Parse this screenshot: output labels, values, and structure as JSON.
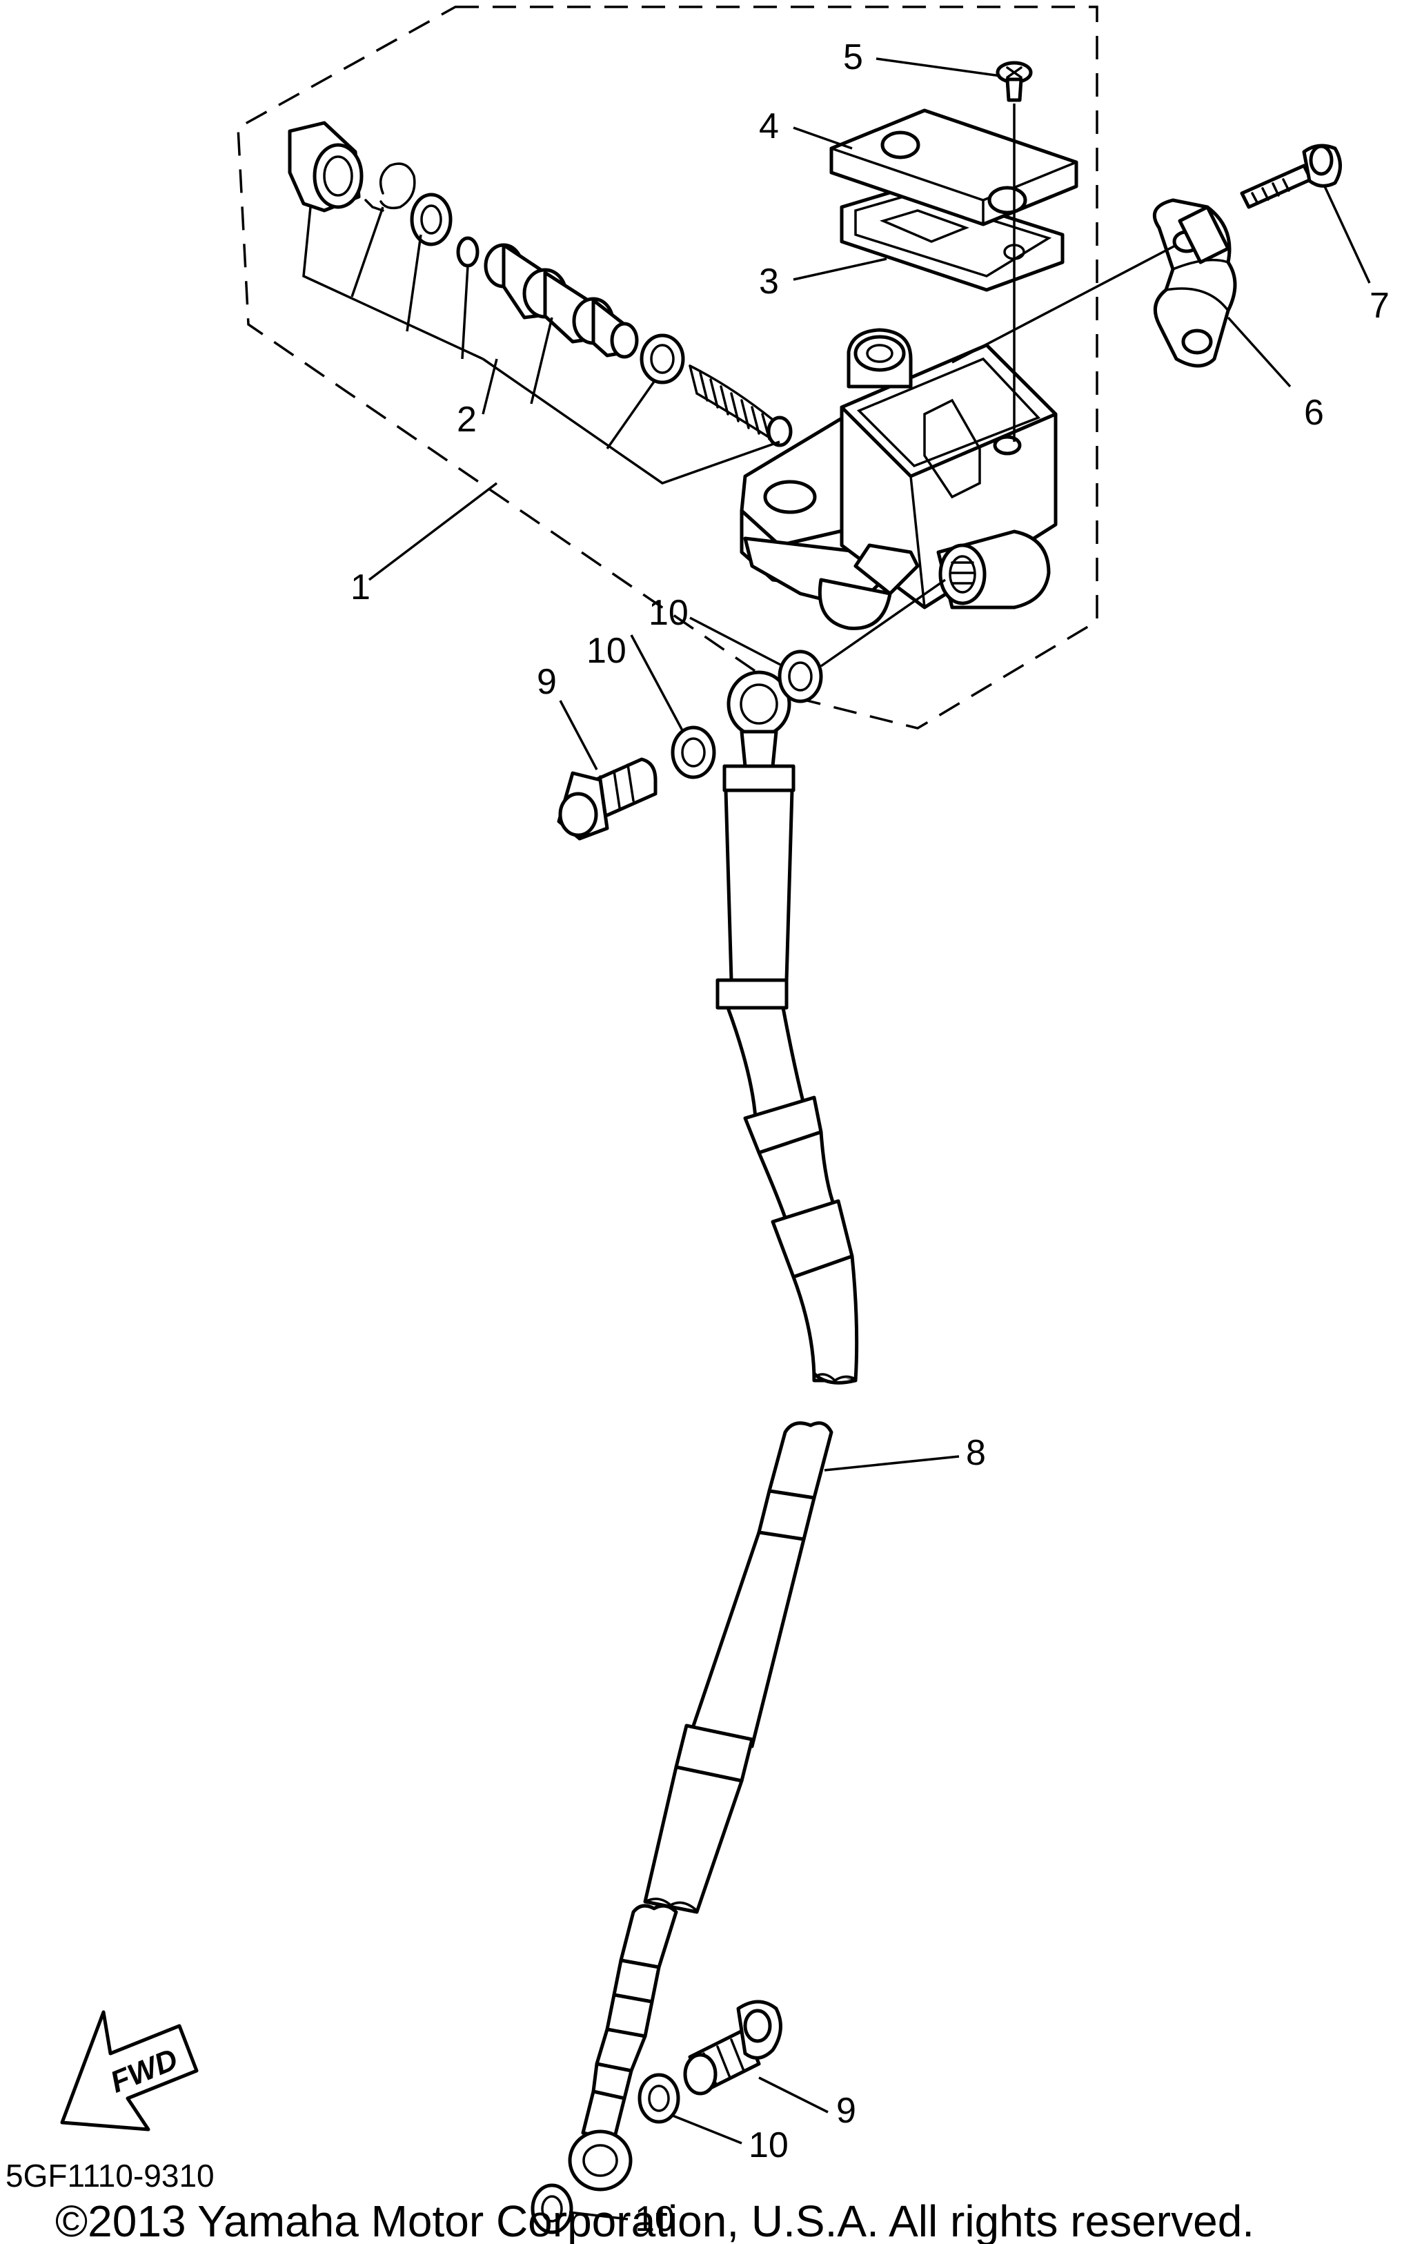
{
  "diagram": {
    "callouts": [
      {
        "id": "1",
        "label": "1"
      },
      {
        "id": "2",
        "label": "2"
      },
      {
        "id": "3",
        "label": "3"
      },
      {
        "id": "4",
        "label": "4"
      },
      {
        "id": "5",
        "label": "5"
      },
      {
        "id": "6",
        "label": "6"
      },
      {
        "id": "7",
        "label": "7"
      },
      {
        "id": "8",
        "label": "8"
      },
      {
        "id": "9a",
        "label": "9"
      },
      {
        "id": "9b",
        "label": "9"
      },
      {
        "id": "10a",
        "label": "10"
      },
      {
        "id": "10b",
        "label": "10"
      },
      {
        "id": "10c",
        "label": "10"
      },
      {
        "id": "10d",
        "label": "10"
      }
    ],
    "fwd_label": "FWD",
    "diagram_code": "5GF1110-9310",
    "copyright": "©2013 Yamaha Motor Corporation, U.S.A. All rights reserved."
  },
  "colors": {
    "ink": "#000000",
    "paper": "#ffffff"
  },
  "icons": {
    "direction_arrow": "fwd-arrow-icon"
  }
}
